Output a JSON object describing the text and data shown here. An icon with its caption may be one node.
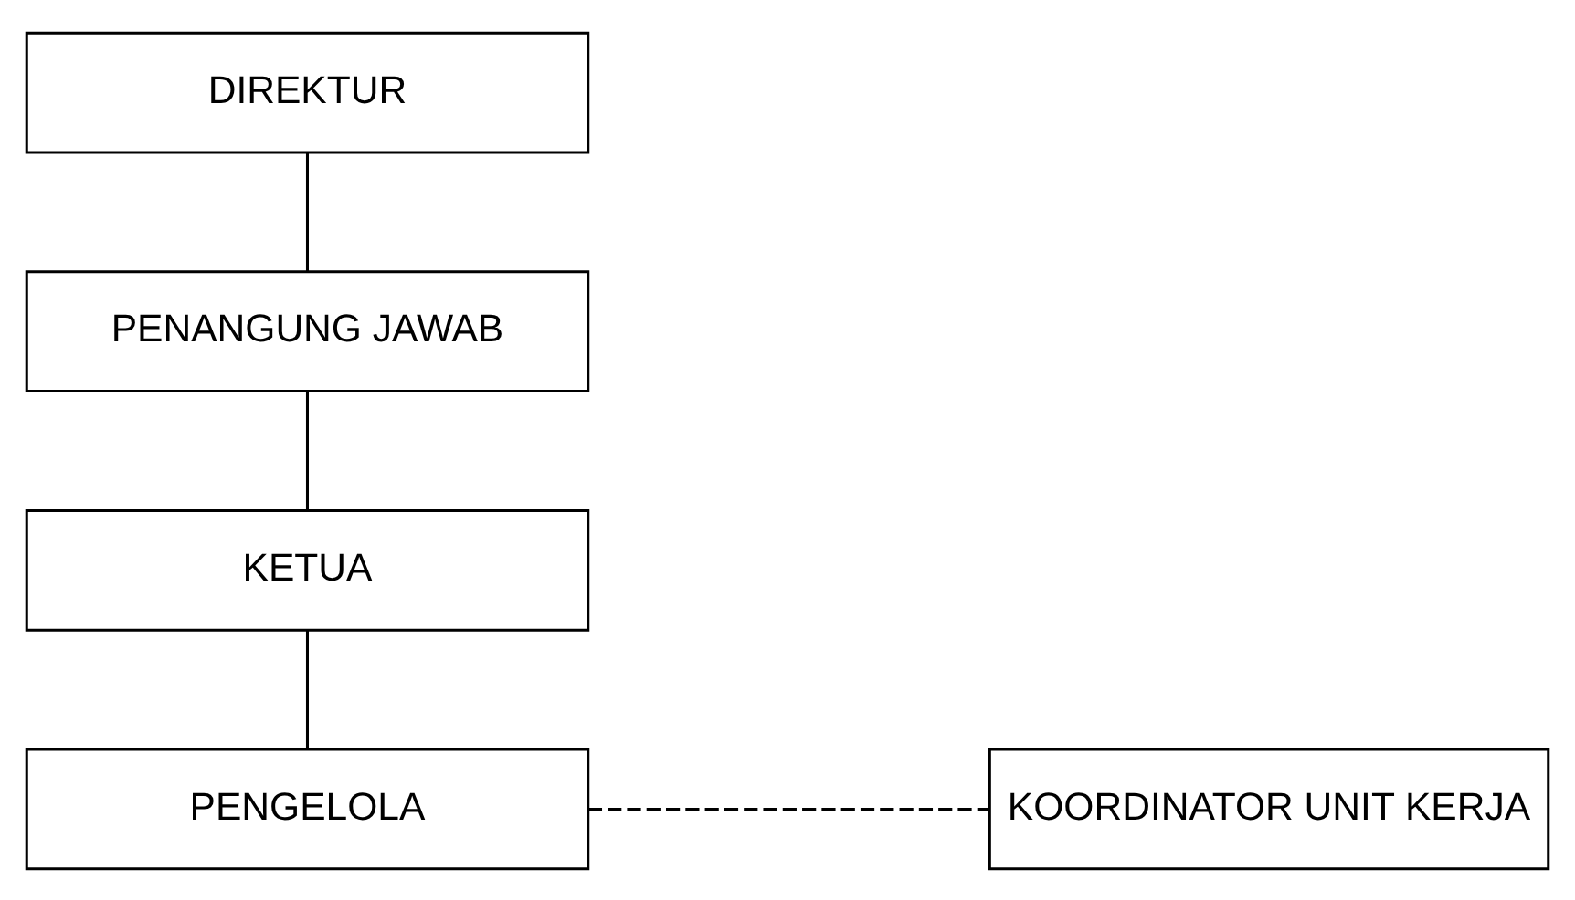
{
  "diagram": {
    "nodes": [
      {
        "text": [
          "DIREKTUR"
        ]
      },
      {
        "text": [
          "PENANGUNG JAWAB"
        ]
      },
      {
        "text": [
          "KETUA"
        ]
      },
      {
        "text": [
          "PENGELOLA"
        ]
      },
      {
        "text": [
          "KOORDINATOR UNIT KERJA"
        ]
      }
    ],
    "edges": [
      {
        "from": 0,
        "to": 1,
        "arrow": "none"
      },
      {
        "from": 1,
        "to": 2,
        "arrow": "none"
      },
      {
        "from": 2,
        "to": 3,
        "arrow": "none"
      },
      {
        "from": 3,
        "to": 4,
        "arrow": "none",
        "style": "dashed"
      }
    ]
  }
}
